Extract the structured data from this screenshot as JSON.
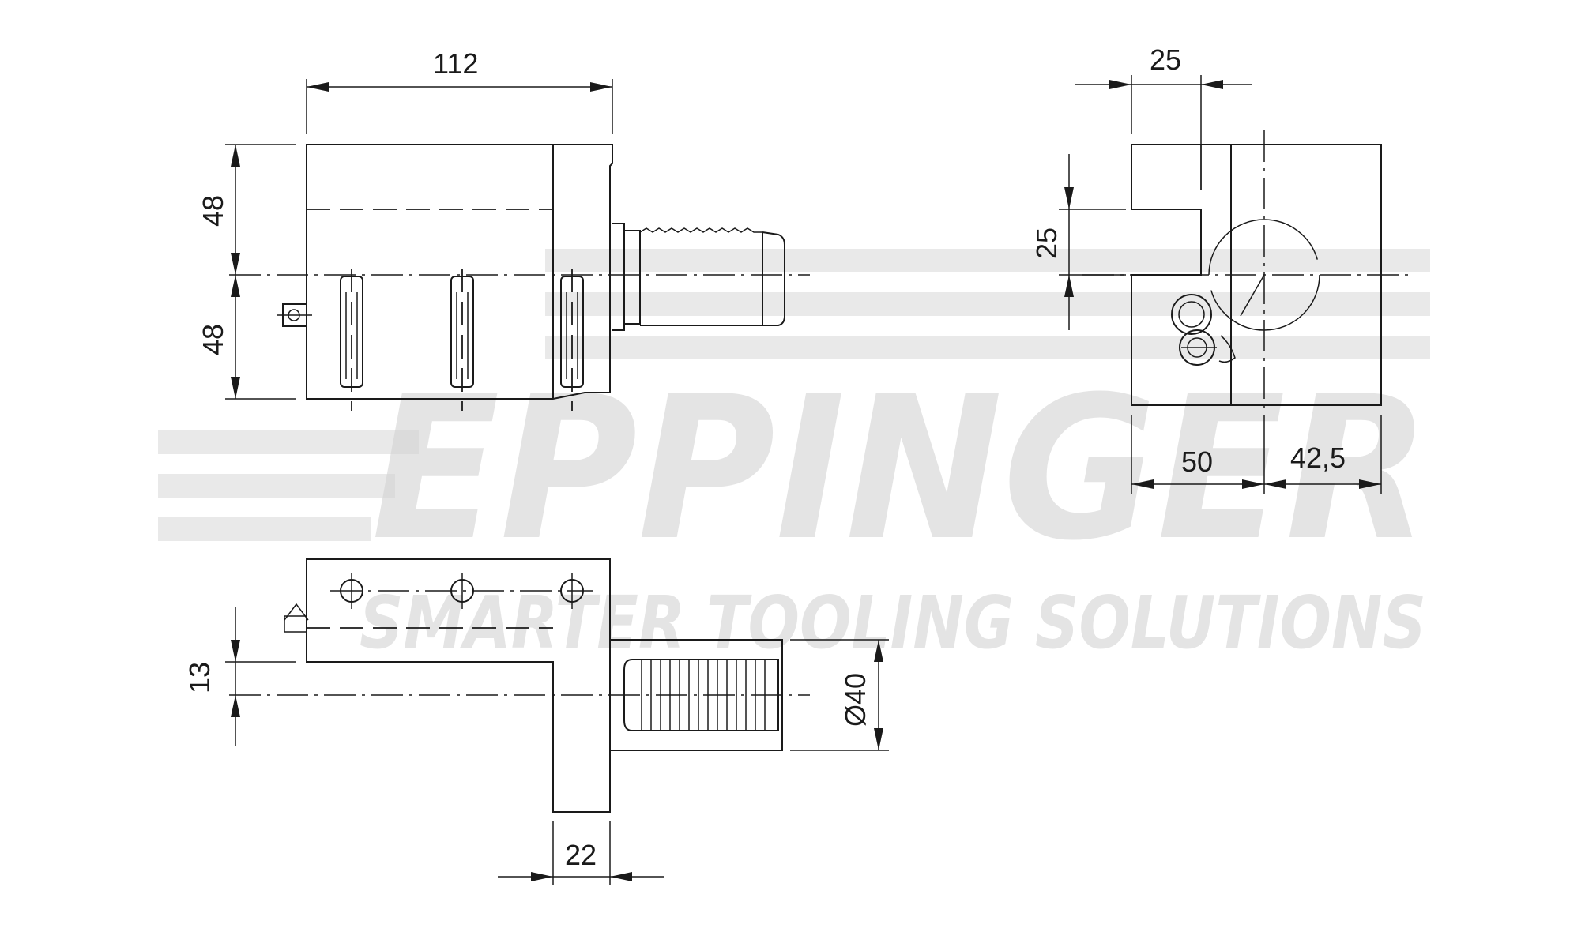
{
  "watermark": {
    "brand": "EPPINGER",
    "tagline": "SMARTER TOOLING SOLUTIONS"
  },
  "dimensions": {
    "front_length": "112",
    "front_height_upper": "48",
    "front_height_lower": "48",
    "side_width_top": "25",
    "side_height_slot": "25",
    "side_width_left": "50",
    "side_width_right": "42,5",
    "top_offset": "13",
    "shank_diameter": "Ø40",
    "top_leg_width": "22"
  }
}
